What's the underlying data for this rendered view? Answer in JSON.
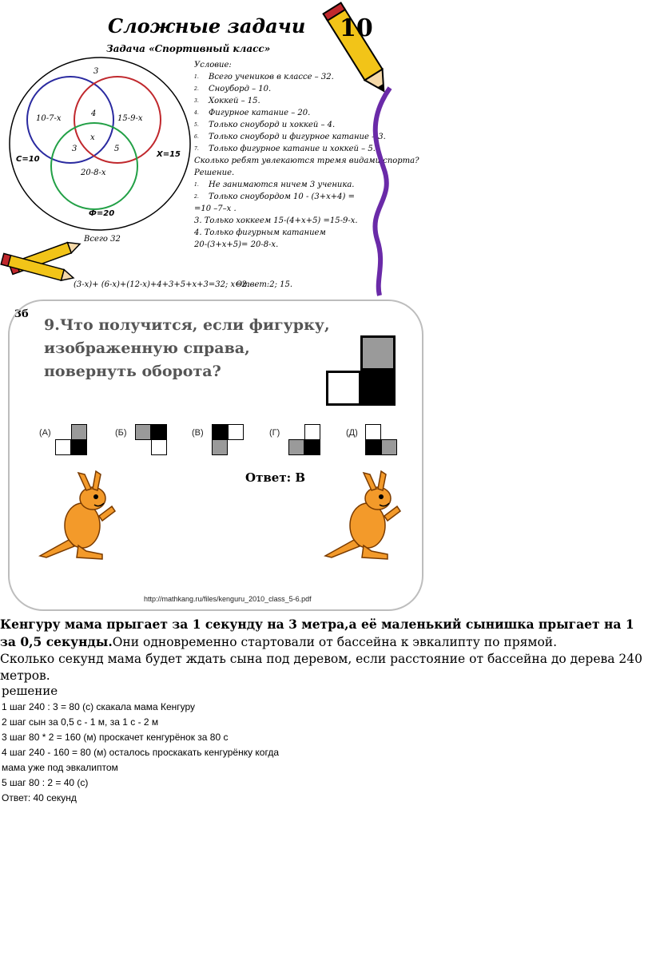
{
  "top": {
    "title": "Сложные задачи",
    "subtitle": "Задача «Спортивный класс»",
    "condition_header": "Условие:",
    "conditions": [
      "Всего учеников в классе – 32.",
      "Сноуборд – 10.",
      "Хоккей – 15.",
      "Фигурное катание – 20.",
      "Только сноуборд и хоккей – 4.",
      "Только сноуборд и фигурное катание – 3.",
      "Только фигурное катание и хоккей – 5."
    ],
    "question": "Сколько ребят увлекаются тремя видами спорта?",
    "solution_header": "Решение.",
    "sol_lines": [
      "Не занимаются ничем 3 ученика.",
      "Только сноубордом 10 - (3+x+4) =",
      "=10 –7–x .",
      "3. Только хоккеем 15-(4+x+5) =15-9-x.",
      "4. Только фигурным катанием",
      "20-(3+x+5)= 20-8-x."
    ],
    "venn": {
      "outside": "3",
      "snow_only": "10-7-x",
      "hockey_only": "15-9-x",
      "sh": "4",
      "center": "x",
      "sf": "3",
      "hf": "5",
      "figure_only": "20-8-x",
      "c_label": "С=10",
      "x_label": "Х=15",
      "f_label": "Ф=20"
    },
    "total": "Всего 32",
    "formula": "(3-x)+ (6-x)+(12-x)+4+3+5+x+3=32; x=2.",
    "answer": "Ответ:2; 15."
  },
  "section2": {
    "label": "3б",
    "question": "9.Что получится, если фигурку, изображенную справа, повернуть оборота?",
    "options": [
      "(А)",
      "(Б)",
      "(В)",
      "(Г)",
      "(Д)"
    ],
    "answer": "Ответ: В",
    "url": "http://mathkang.ru/files/kenguru_2010_class_5-6.pdf"
  },
  "problem": {
    "bold_text": "Кенгуру мама прыгает за 1 секунду на 3 метра,а её маленький сынишка прыгает на 1 за 0,5 секунды.",
    "text1": "Они одновременно стартовали от бассейна к эвкалипту по прямой.",
    "text2": "Сколько секунд мама будет ждать сына под деревом, если расстояние от бассейна до дерева 240 метров.",
    "solution_header": "решение",
    "steps": [
      "1 шаг 240 : 3 = 80 (с) скакала мама Кенгуру",
      "2 шаг сын за 0,5 с - 1 м, за 1 с - 2 м",
      "3 шаг 80 * 2 = 160 (м) проскачет кенгурёнок за 80 с",
      "4 шаг 240 - 160 = 80 (м) осталось проскакать кенгурёнку когда",
      "мама уже под эвкалиптом",
      "5 шаг 80 : 2 = 40 (с)",
      "Ответ: 40 секунд"
    ]
  },
  "colors": {
    "blue": "#2a2aa0",
    "red": "#c0282d",
    "green": "#22a046",
    "purple": "#6a2aa8",
    "orange": "#f39a2a"
  }
}
